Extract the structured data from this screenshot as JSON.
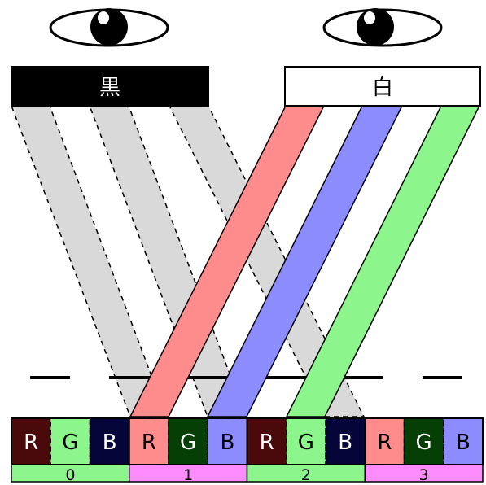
{
  "labels": {
    "black": "黒",
    "white": "白"
  },
  "subpixels": [
    {
      "text": "R",
      "fill": "#4a0a0c",
      "textColor": "#ffffff"
    },
    {
      "text": "G",
      "fill": "#8cf58c",
      "textColor": "#000000"
    },
    {
      "text": "B",
      "fill": "#05053a",
      "textColor": "#ffffff"
    },
    {
      "text": "R",
      "fill": "#ff8c8c",
      "textColor": "#000000"
    },
    {
      "text": "G",
      "fill": "#063f06",
      "textColor": "#ffffff"
    },
    {
      "text": "B",
      "fill": "#8c8cff",
      "textColor": "#000000"
    },
    {
      "text": "R",
      "fill": "#4a0a0c",
      "textColor": "#ffffff"
    },
    {
      "text": "G",
      "fill": "#8cf58c",
      "textColor": "#000000"
    },
    {
      "text": "B",
      "fill": "#05053a",
      "textColor": "#ffffff"
    },
    {
      "text": "R",
      "fill": "#ff8c8c",
      "textColor": "#000000"
    },
    {
      "text": "G",
      "fill": "#063f06",
      "textColor": "#ffffff"
    },
    {
      "text": "B",
      "fill": "#8c8cff",
      "textColor": "#000000"
    }
  ],
  "pixels": [
    {
      "label": "0",
      "fill": "#8cf58c"
    },
    {
      "label": "1",
      "fill": "#ff8cff"
    },
    {
      "label": "2",
      "fill": "#8cf58c"
    },
    {
      "label": "3",
      "fill": "#ff8cff"
    }
  ],
  "colors": {
    "red_ray": "#ff8c8c",
    "blue_ray": "#8c8cff",
    "green_ray": "#8cf58c",
    "gray_ray": "#d9d9d9"
  }
}
